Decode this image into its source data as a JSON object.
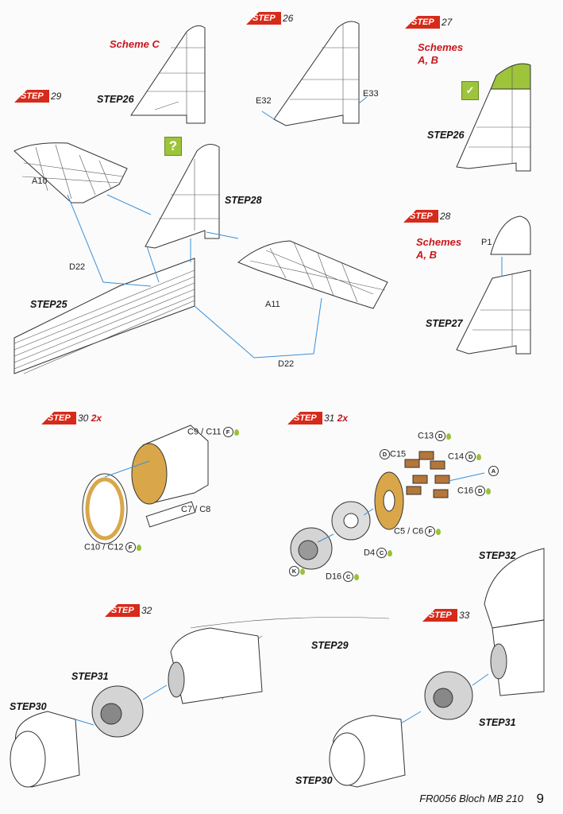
{
  "colors": {
    "step_red": "#d62a1a",
    "scheme_red": "#c8161d",
    "highlight_green": "#9dc43b",
    "arrow_blue": "#3a8fd8",
    "resin": "#d9a74a",
    "cylinder": "#b5763a"
  },
  "step_word": "STEP",
  "badges": {
    "s26": "26",
    "s27": "27",
    "s28": "28",
    "s29": "29",
    "s30": "30",
    "s30_mult": " 2x",
    "s31": "31",
    "s31_mult": " 2x",
    "s32": "32",
    "s33": "33"
  },
  "schemes": {
    "c": "Scheme C",
    "ab1_line1": "Schemes",
    "ab1_line2": "A, B",
    "ab2_line1": "Schemes",
    "ab2_line2": "A, B"
  },
  "question_mark": "?",
  "exclaim_icon": "cement-icon",
  "step_refs": {
    "r26a": "STEP26",
    "r26b": "STEP26",
    "r28": "STEP28",
    "r25": "STEP25",
    "r27": "STEP27",
    "r32a": "STEP32",
    "r29": "STEP29",
    "r31a": "STEP31",
    "r30a": "STEP30",
    "r31b": "STEP31",
    "r30b": "STEP30"
  },
  "parts": {
    "e32": "E32",
    "e33": "E33",
    "a10": "A10",
    "a11": "A11",
    "d22a": "D22",
    "d22b": "D22",
    "p1": "P1",
    "c9c11": "C9 / C11",
    "c7c8": "C7 / C8",
    "c10c12": "C10 / C12",
    "c13": "C13",
    "c15": "C15",
    "c14": "C14",
    "c16": "C16",
    "c5c6": "C5 / C6",
    "d4": "D4",
    "d16": "D16"
  },
  "color_codes": {
    "f1": "F",
    "f2": "F",
    "f3": "F",
    "d1": "D",
    "d2": "D",
    "d3": "D",
    "d4": "D",
    "a": "A",
    "c1": "C",
    "c2": "C",
    "k": "K"
  },
  "footer": "FR0056 Bloch MB 210",
  "page_number": "9"
}
